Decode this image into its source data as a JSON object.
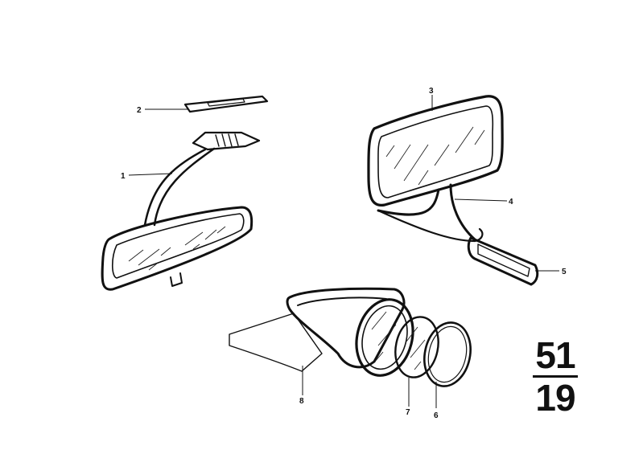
{
  "diagram": {
    "callouts": [
      {
        "id": "1",
        "label": "1"
      },
      {
        "id": "2",
        "label": "2"
      },
      {
        "id": "3",
        "label": "3"
      },
      {
        "id": "4",
        "label": "4"
      },
      {
        "id": "5",
        "label": "5"
      },
      {
        "id": "6",
        "label": "6"
      },
      {
        "id": "7",
        "label": "7"
      },
      {
        "id": "8",
        "label": "8"
      }
    ],
    "section": {
      "group": "51",
      "subgroup": "19"
    }
  }
}
